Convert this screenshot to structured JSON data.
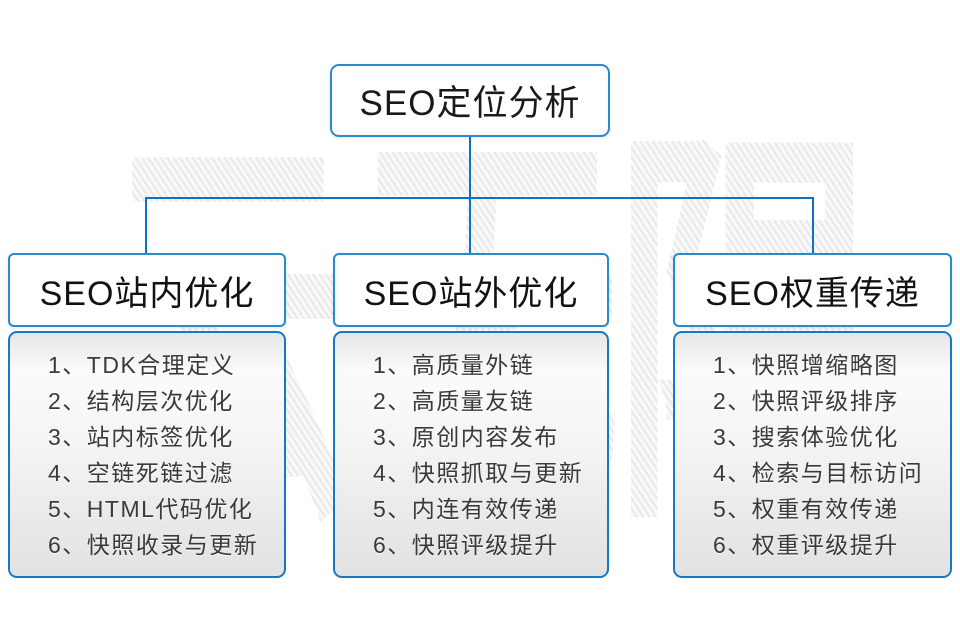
{
  "page": {
    "background": "#ffffff",
    "accent_box_border": "#2a8ace",
    "panel_border": "#1878c3",
    "connector_color": "#0d73c1",
    "watermark_color": "#ececec"
  },
  "watermark": {
    "text": "云无限"
  },
  "root": {
    "title": "SEO定位分析"
  },
  "branches": [
    {
      "title": "SEO站内优化",
      "items": [
        "1、TDK合理定义",
        "2、结构层次优化",
        "3、站内标签优化",
        "4、空链死链过滤",
        "5、HTML代码优化",
        "6、快照收录与更新"
      ]
    },
    {
      "title": "SEO站外优化",
      "items": [
        "1、高质量外链",
        "2、高质量友链",
        "3、原创内容发布",
        "4、快照抓取与更新",
        "5、内连有效传递",
        "6、快照评级提升"
      ]
    },
    {
      "title": "SEO权重传递",
      "items": [
        "1、快照增缩略图",
        "2、快照评级排序",
        "3、搜索体验优化",
        "4、检索与目标访问",
        "5、权重有效传递",
        "6、权重评级提升"
      ]
    }
  ]
}
